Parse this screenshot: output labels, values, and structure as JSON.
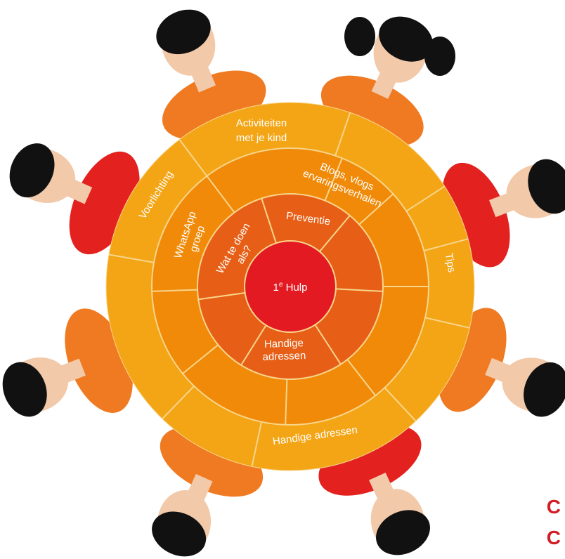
{
  "colors": {
    "outer_ring": "#f3a515",
    "middle_ring": "#f08a08",
    "inner_ring": "#e75f16",
    "center": "#e41a22",
    "divider": "#f8d58c",
    "skin": "#f2c9a9",
    "hair": "#111111",
    "shirt_red": "#e3211f",
    "shirt_orange": "#f07a22"
  },
  "center": {
    "label": "1",
    "superscript": "e",
    "label_suffix": " Hulp"
  },
  "inner_ring": {
    "labels": {
      "preventie": "Preventie",
      "wat_te_doen_line1": "Wat te doen",
      "wat_te_doen_line2": "als?",
      "handige_line1": "Handige",
      "handige_line2": "adressen"
    }
  },
  "middle_ring": {
    "labels": {
      "whatsapp_line1": "WhatsApp",
      "whatsapp_line2": "groep",
      "blogs_line1": "Blogs, vlogs",
      "blogs_line2": "ervaringsverhalen"
    }
  },
  "outer_ring": {
    "labels": {
      "activiteiten_line1": "Activiteiten",
      "activiteiten_line2": "met je kind",
      "voorlichting": "Voorlichting",
      "tips": "Tips",
      "handige_adressen": "Handige adressen"
    }
  },
  "corner_marks": [
    "C",
    "C"
  ]
}
